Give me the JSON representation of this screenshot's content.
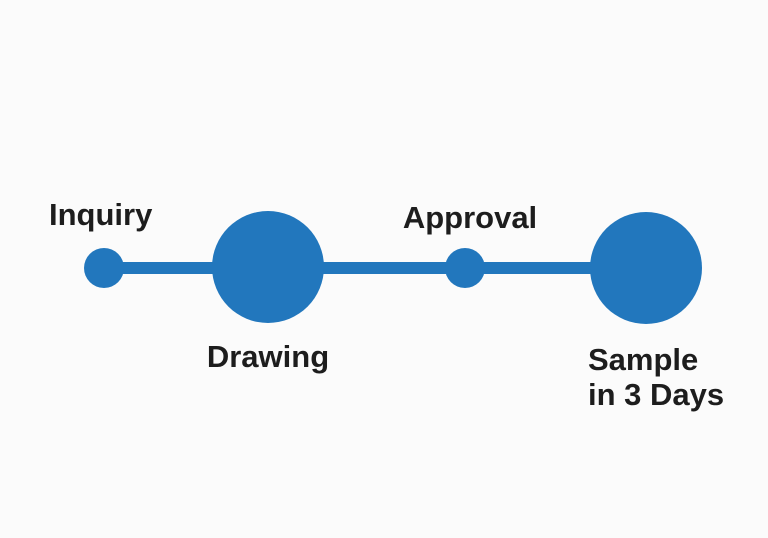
{
  "figure": {
    "type": "process-timeline",
    "background_color": "#fbfbfb",
    "accent_color": "#2277bd",
    "text_color": "#1d1d1d",
    "steps": [
      {
        "label": "Inquiry",
        "node_size": "small",
        "label_position": "above"
      },
      {
        "label": "Drawing",
        "node_size": "large",
        "label_position": "below"
      },
      {
        "label": "Approval",
        "node_size": "small",
        "label_position": "above"
      },
      {
        "label": "Sample\nin 3 Days",
        "node_size": "large",
        "label_position": "below"
      }
    ]
  }
}
